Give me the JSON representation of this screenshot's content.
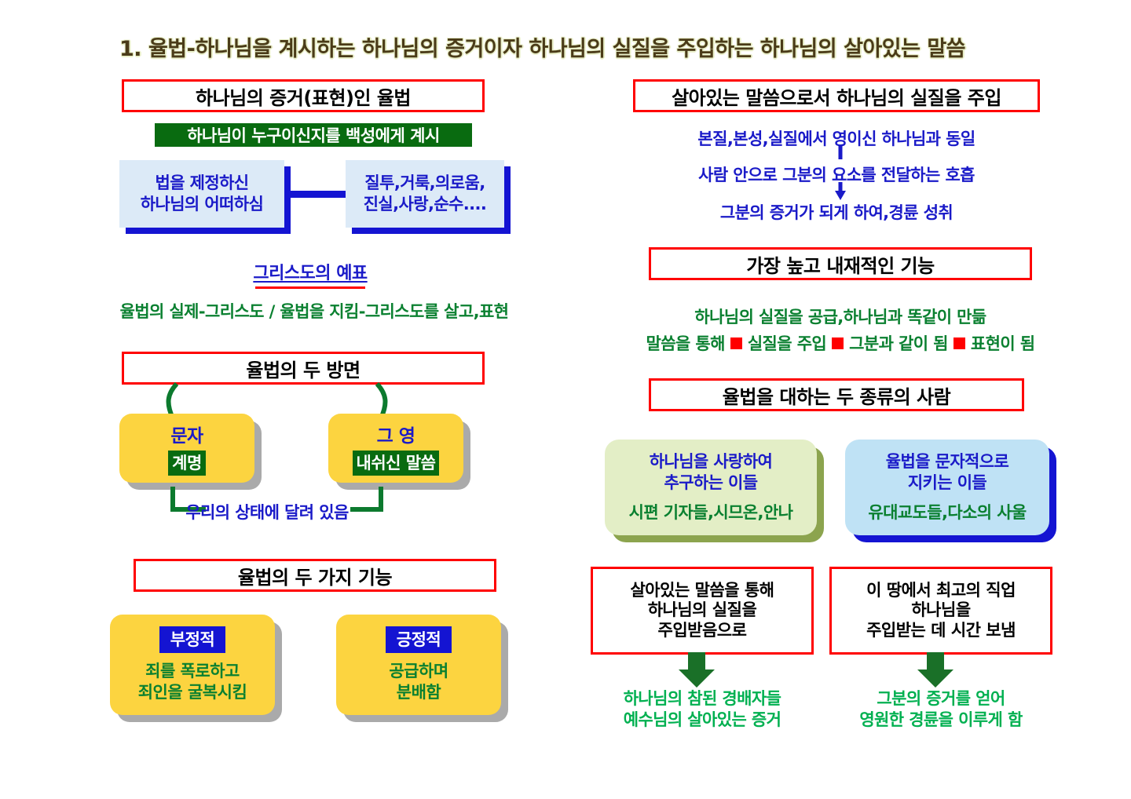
{
  "title": "1. 율법-하나님을 계시하는 하나님의 증거이자 하나님의 실질을 주입하는 하나님의 살아있는 말씀",
  "colors": {
    "red_border": "#ff0000",
    "dark_green": "#096b10",
    "blue": "#1414d2",
    "text_blue": "#1a1ac8",
    "text_green": "#0a8030",
    "bright_green": "#00b050",
    "yellow": "#fcd440",
    "light_blue": "#dceaf7",
    "pastel_green": "#e3eec6",
    "pastel_blue": "#bfe2f5",
    "title_brown": "#4a3b18"
  },
  "left": {
    "header": "하나님의 증거(표현)인 율법",
    "banner": "하나님이 누구이신지를 백성에게 계시",
    "box_a_line1": "법을 제정하신",
    "box_a_line2": "하나님의 어떠하심",
    "box_b_line1": "질투,거룩,의로움,",
    "box_b_line2": "진실,사랑,순수....",
    "typology_head": "그리스도의 예표",
    "typology_body": "율법의 실제-그리스도 / 율법을 지킴-그리스도를 살고,표현",
    "two_aspects_header": "율법의 두 방면",
    "aspect_left_title": "문자",
    "aspect_left_tag": "계명",
    "aspect_right_title": "그 영",
    "aspect_right_tag": "내쉬신 말씀",
    "aspect_note": "우리의 상태에 달려 있음",
    "two_functions_header": "율법의 두 가지 기능",
    "func_neg_badge": "부정적",
    "func_neg_line1": "죄를 폭로하고",
    "func_neg_line2": "죄인을 굴복시킴",
    "func_pos_badge": "긍정적",
    "func_pos_line1": "공급하며",
    "func_pos_line2": "분배함"
  },
  "right": {
    "header": "살아있는 말씀으로서 하나님의 실질을 주입",
    "flow_line1": "본질,본성,실질에서 영이신 하나님과 동일",
    "flow_line2": "사람 안으로 그분의 요소를 전달하는 호흡",
    "flow_line3": "그분의 증거가 되게 하여,경륜 성취",
    "highest_header": "가장 높고 내재적인 기능",
    "highest_line1": "하나님의 실질을 공급,하나님과 똑같이 만듦",
    "highest_chain": [
      "말씀을 통해",
      "실질을 주입",
      "그분과 같이 됨",
      "표현이 됨"
    ],
    "two_people_header": "율법을 대하는 두 종류의 사람",
    "person_a_line1": "하나님을 사랑하여",
    "person_a_line2": "추구하는 이들",
    "person_a_sub": "시편 기자들,시므온,안나",
    "person_b_line1": "율법을 문자적으로",
    "person_b_line2": "지키는 이들",
    "person_b_sub": "유대교도들,다소의 사울",
    "result_a_line1": "살아있는 말씀을 통해",
    "result_a_line2": "하나님의 실질을",
    "result_a_line3": "주입받음으로",
    "result_a_out1": "하나님의 참된 경배자들",
    "result_a_out2": "예수님의 살아있는 증거",
    "result_b_line1": "이 땅에서 최고의 직업",
    "result_b_line2": "하나님을",
    "result_b_line3": "주입받는 데 시간 보냄",
    "result_b_out1": "그분의 증거를 얻어",
    "result_b_out2": "영원한 경륜을 이루게 함"
  }
}
